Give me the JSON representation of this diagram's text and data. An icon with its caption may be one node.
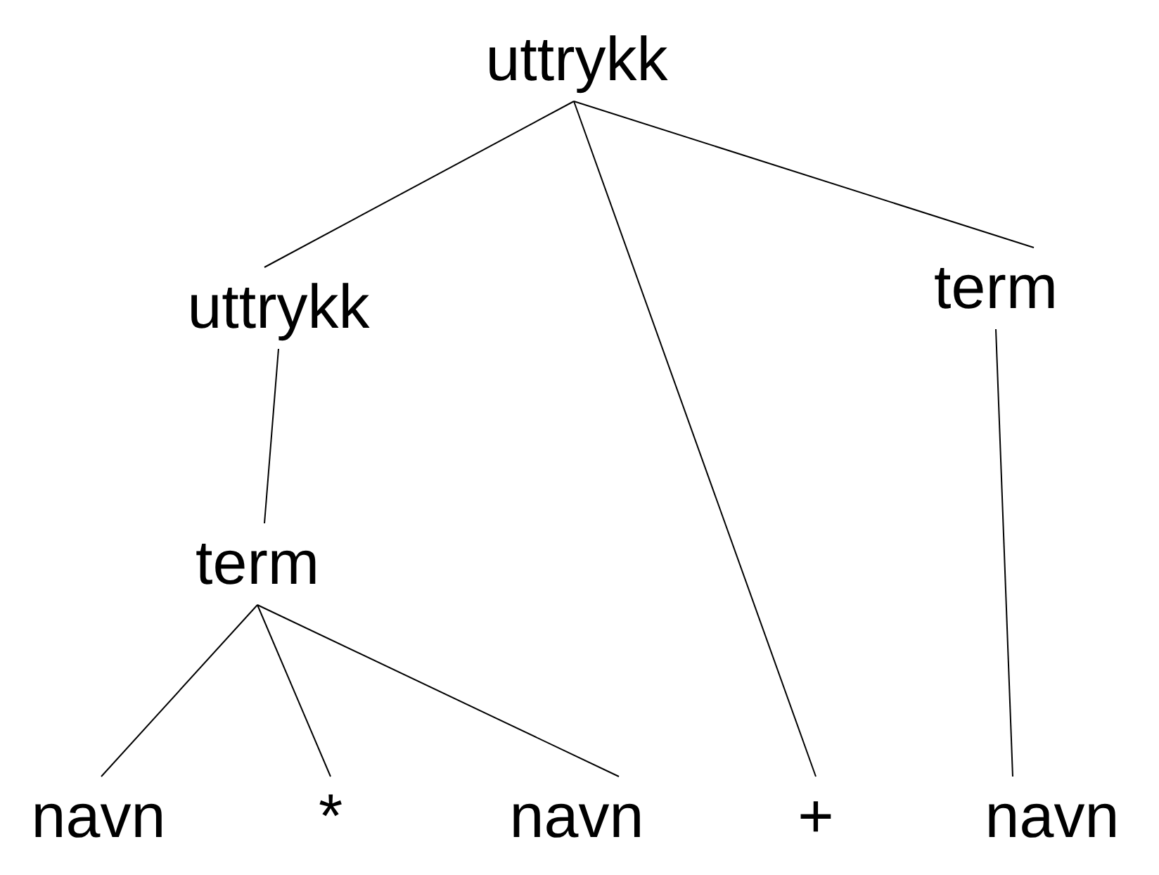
{
  "diagram": {
    "nodes": [
      {
        "text": [
          "uttrykk"
        ]
      },
      {
        "text": [
          "uttrykk"
        ]
      },
      {
        "text": [
          "term"
        ]
      },
      {
        "text": [
          "term"
        ]
      },
      {
        "text": [
          "navn"
        ]
      },
      {
        "text": [
          "*"
        ]
      },
      {
        "text": [
          "navn"
        ]
      },
      {
        "text": [
          "+"
        ]
      },
      {
        "text": [
          "navn"
        ]
      }
    ],
    "edges": [
      {
        "from": 0,
        "to": 1,
        "arrow": "none"
      },
      {
        "from": 0,
        "to": 7,
        "arrow": "none"
      },
      {
        "from": 0,
        "to": 2,
        "arrow": "none"
      },
      {
        "from": 1,
        "to": 3,
        "arrow": "none"
      },
      {
        "from": 2,
        "to": 8,
        "arrow": "none"
      },
      {
        "from": 3,
        "to": 4,
        "arrow": "none"
      },
      {
        "from": 3,
        "to": 5,
        "arrow": "none"
      },
      {
        "from": 3,
        "to": 6,
        "arrow": "none"
      }
    ]
  }
}
